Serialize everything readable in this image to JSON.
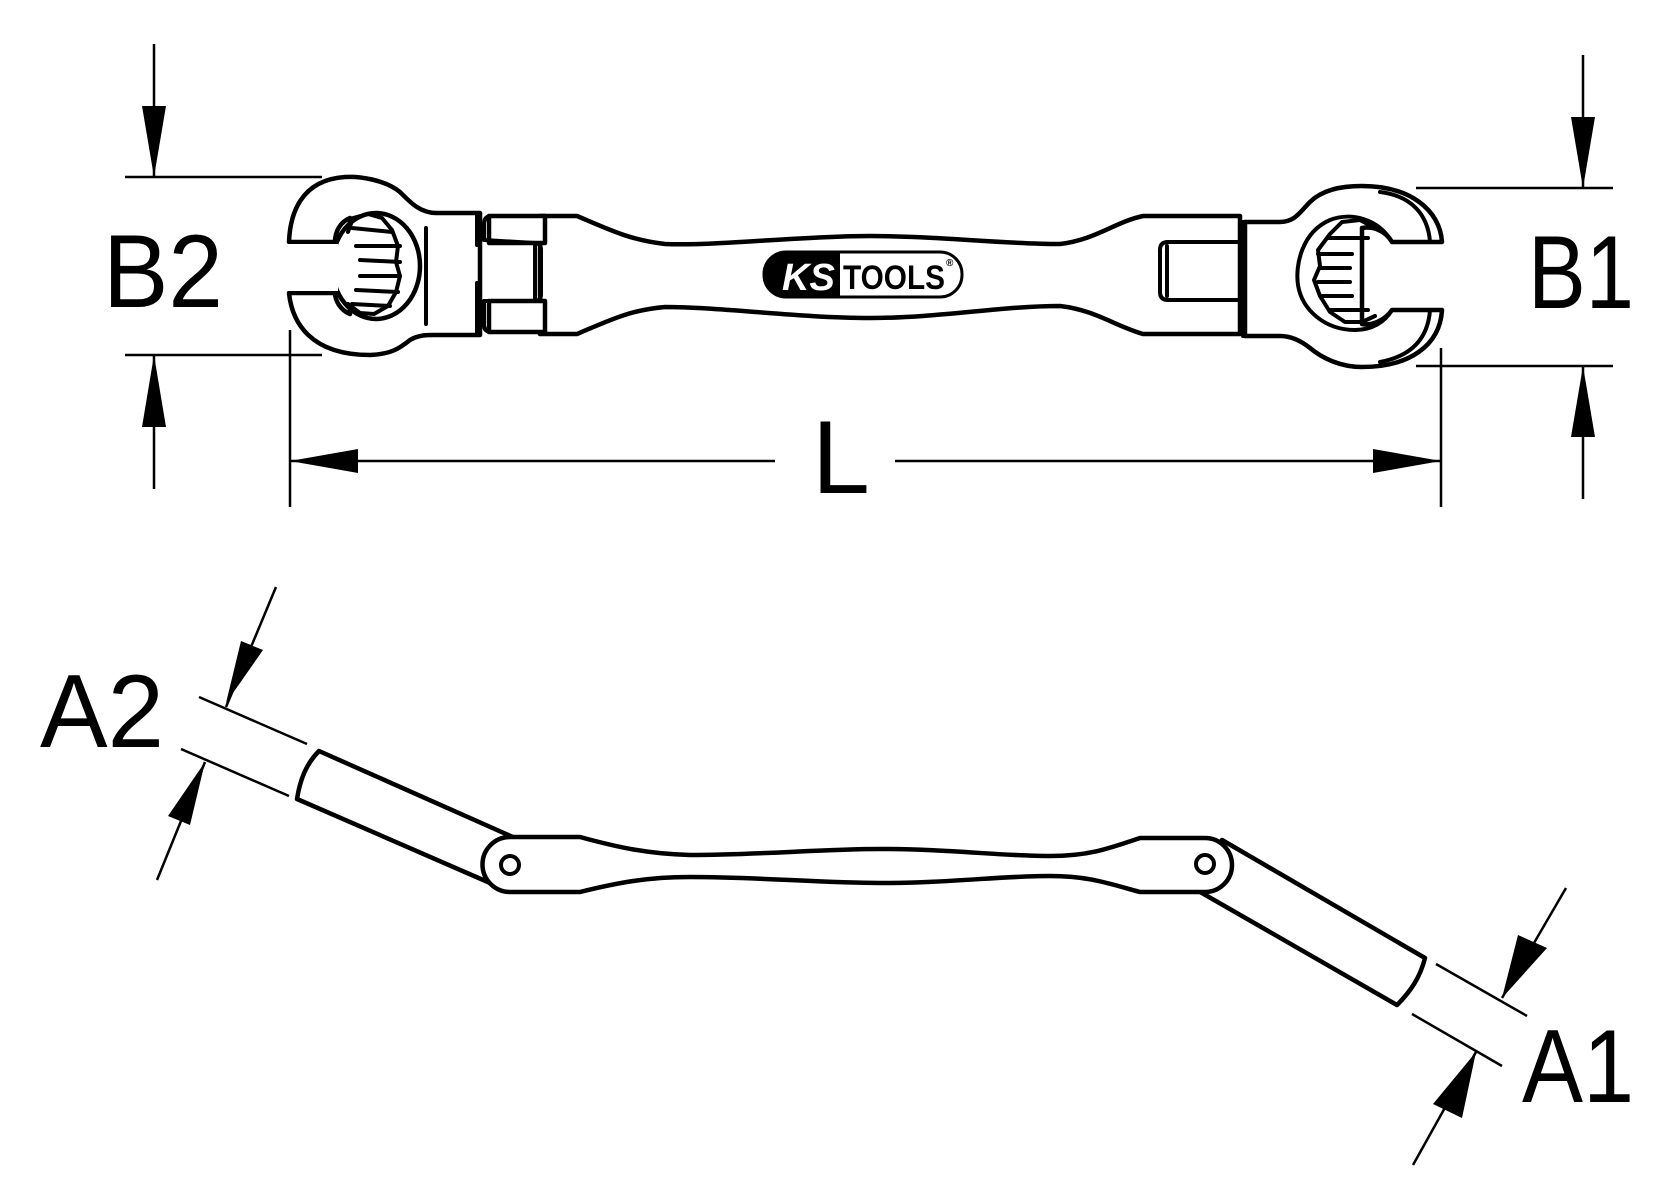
{
  "diagram": {
    "subject": "Flexible flare nut wrench (double-ended, hinged)",
    "brand_logo": {
      "left_part": "KS",
      "right_part": "TOOLS",
      "trademark": "®"
    },
    "top_view": {
      "dimensions": {
        "left_height_label": "B2",
        "right_height_label": "B1",
        "overall_length_label": "L"
      }
    },
    "side_view": {
      "dimensions": {
        "left_angle_label": "A2",
        "right_angle_label": "A1"
      }
    },
    "colors": {
      "line": "#000000",
      "background": "#ffffff"
    }
  }
}
